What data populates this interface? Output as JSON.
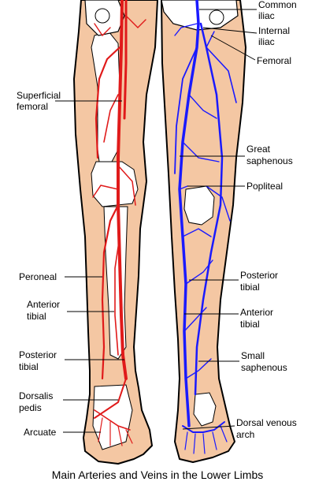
{
  "caption": "Main Arteries and Veins in the Lower Limbs",
  "colors": {
    "skin": "#f4c7a3",
    "bone": "#ffffff",
    "outline": "#000000",
    "artery": "#e01a1a",
    "vein": "#1a1aff"
  },
  "labels": {
    "common_iliac": [
      "Common",
      "iliac"
    ],
    "internal_iliac": [
      "Internal",
      "iliac"
    ],
    "femoral": [
      "Femoral"
    ],
    "superficial_femoral": [
      "Superficial",
      "femoral"
    ],
    "great_saphenous": [
      "Great",
      "saphenous"
    ],
    "popliteal": [
      "Popliteal"
    ],
    "peroneal": [
      "Peroneal"
    ],
    "posterior_tibial_right": [
      "Posterior",
      "tibial"
    ],
    "anterior_tibial_left": [
      "Anterior",
      "tibial"
    ],
    "anterior_tibial_right": [
      "Anterior",
      "tibial"
    ],
    "posterior_tibial_left": [
      "Posterior",
      "tibial"
    ],
    "small_saphenous": [
      "Small",
      "saphenous"
    ],
    "dorsalis_pedis": [
      "Dorsalis",
      "pedis"
    ],
    "dorsal_venous_arch": [
      "Dorsal venous",
      "arch"
    ],
    "arcuate": [
      "Arcuate"
    ]
  }
}
